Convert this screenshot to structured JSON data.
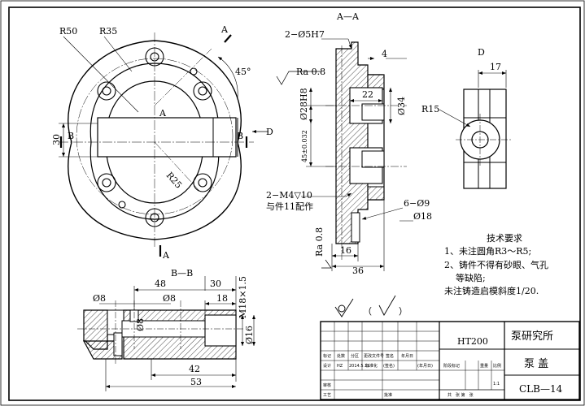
{
  "main_view": {
    "r50": "R50",
    "r35": "R35",
    "r25": "R25",
    "angle": "45°",
    "dim30": "30",
    "label_a_top": "A",
    "label_a_center": "A",
    "label_a_bottom": "A",
    "label_b_left": "B",
    "label_b_right": "B",
    "label_d": "D"
  },
  "section_aa": {
    "title": "A—A",
    "holes": "2−Ø5H7",
    "ra1": "Ra 0.8",
    "ra2": "Ra 0.8",
    "dim4": "4",
    "dim22": "22",
    "dia34": "Ø34",
    "dia28": "Ø28H8",
    "dist45": "45±0.032",
    "thread": "2−M4▽10",
    "thread_note": "与件11配作",
    "holes6": "6−Ø9",
    "cbore": "Ø18",
    "dim16": "16",
    "dim36": "36"
  },
  "view_d": {
    "title": "D",
    "dim17": "17",
    "r15": "R15"
  },
  "section_bb": {
    "title": "B—B",
    "d8a": "Ø8",
    "d8b": "Ø8",
    "d8c": "Ø8",
    "dim48": "48",
    "dim30": "30",
    "dim18": "18",
    "thread": "M18×1.5",
    "d16": "Ø16",
    "dim42": "42",
    "dim53": "53"
  },
  "tech_req": {
    "title": "技术要求",
    "line1": "1、未注圆角R3～R5;",
    "line2": "2、铸件不得有砂眼、气孔",
    "line3": "等缺陷;",
    "line4": "未注铸造启模斜度1/20."
  },
  "roughness": {
    "paren_open": "（",
    "paren_close": "）"
  },
  "title_block": {
    "material": "HT200",
    "org": "泵研究所",
    "part_name": "泵 盖",
    "drawing_no": "CLB—14",
    "scale": "1:1",
    "h_mark": "标记",
    "h_count": "处数",
    "h_zone": "分区",
    "h_doc": "更改文件号",
    "h_sign": "签名",
    "h_date": "年月日",
    "design": "设计",
    "designer": "HZ",
    "design_date": "2014.5.15",
    "std": "标准化",
    "sign_paren": "(签名)",
    "date_paren": "(年月日)",
    "stage": "阶段标记",
    "weight": "重量",
    "ratio": "比例",
    "review": "审核",
    "process": "工艺",
    "approve": "批准",
    "sheets": "共　张 第　张"
  }
}
